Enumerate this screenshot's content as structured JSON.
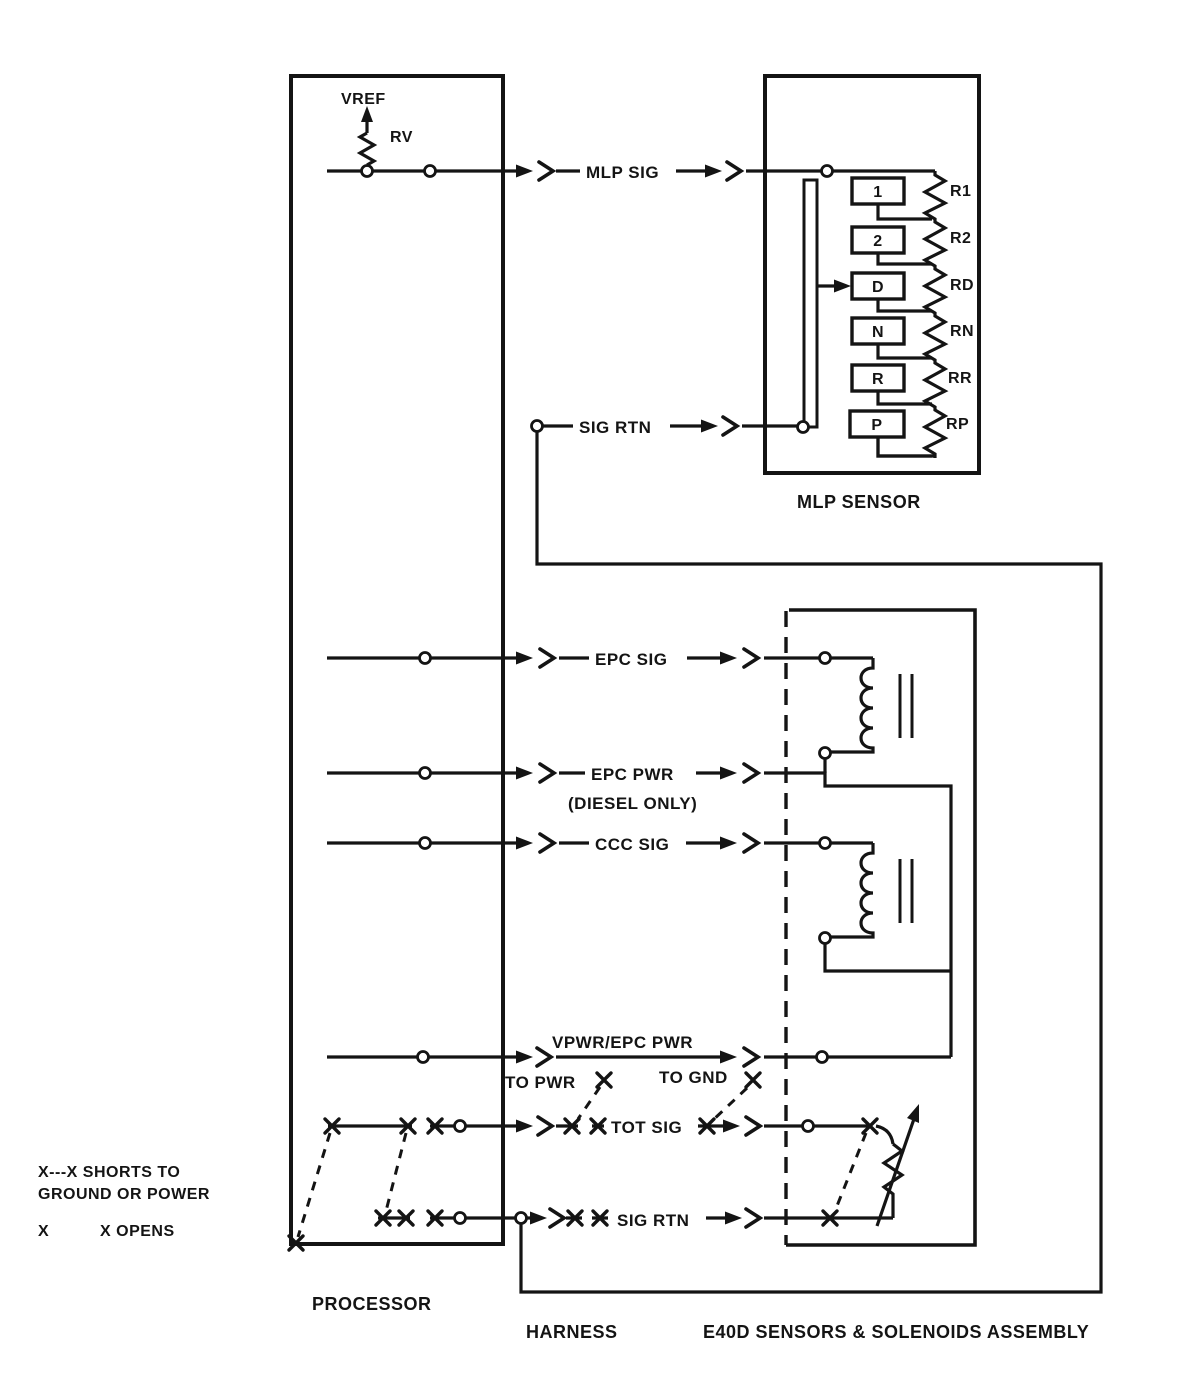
{
  "diagram": {
    "processor": {
      "vref_label": "VREF",
      "rv_label": "RV",
      "footer_label": "PROCESSOR"
    },
    "sections": {
      "harness_label": "HARNESS",
      "assembly_label": "E40D SENSORS & SOLENOIDS ASSEMBLY"
    },
    "mlp_sensor": {
      "title": "MLP SENSOR",
      "positions": [
        "1",
        "2",
        "D",
        "N",
        "R",
        "P"
      ],
      "resistors": [
        "R1",
        "R2",
        "RD",
        "RN",
        "RR",
        "RP"
      ]
    },
    "signals": {
      "mlp_sig": "MLP SIG",
      "sig_rtn_top": "SIG RTN",
      "epc_sig": "EPC SIG",
      "epc_pwr": "EPC PWR",
      "epc_pwr_note": "(DIESEL ONLY)",
      "ccc_sig": "CCC SIG",
      "vpwr": "VPWR/EPC PWR",
      "to_pwr": "TO PWR",
      "to_gnd": "TO GND",
      "tot_sig": "TOT SIG",
      "sig_rtn_bottom": "SIG RTN"
    },
    "legend": {
      "shorts_line1": "X---X SHORTS TO",
      "shorts_line2": "GROUND OR POWER",
      "opens_symbol": "X",
      "opens_label": "X OPENS"
    },
    "colors": {
      "ink": "#141414",
      "background": "#ffffff"
    }
  }
}
